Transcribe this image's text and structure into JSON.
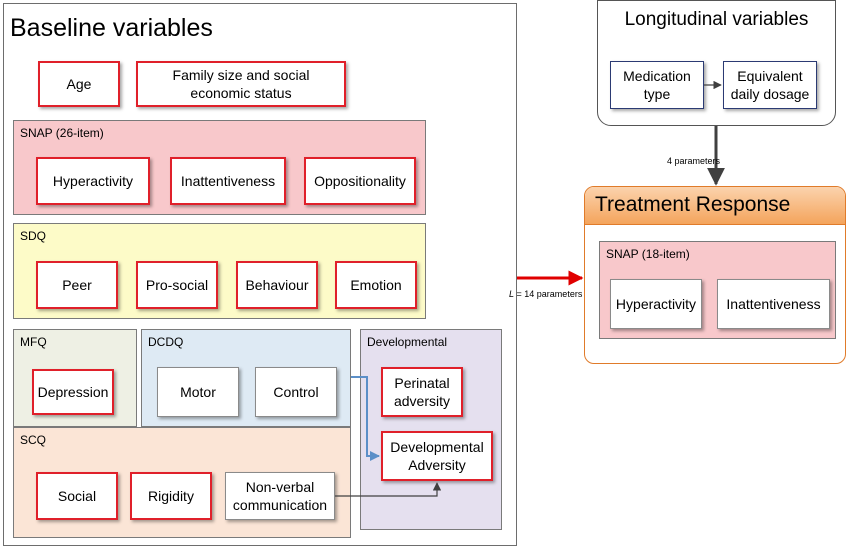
{
  "baseline": {
    "title": "Baseline variables",
    "age": "Age",
    "family": "Family size and social economic status",
    "snap26": {
      "title": "SNAP (26-item)",
      "items": [
        "Hyperactivity",
        "Inattentiveness",
        "Oppositionality"
      ]
    },
    "sdq": {
      "title": "SDQ",
      "items": [
        "Peer",
        "Pro-social",
        "Behaviour",
        "Emotion"
      ]
    },
    "mfq": {
      "title": "MFQ",
      "item": "Depression"
    },
    "dcdq": {
      "title": "DCDQ",
      "items": [
        "Motor",
        "Control"
      ]
    },
    "developmental": {
      "title": "Developmental",
      "perinatal": "Perinatal adversity",
      "adversity": "Developmental Adversity"
    },
    "scq": {
      "title": "SCQ",
      "items": [
        "Social",
        "Rigidity"
      ],
      "nonverbal": "Non-verbal communication"
    }
  },
  "longitudinal": {
    "title": "Longitudinal variables",
    "medication": "Medication type",
    "dosage": "Equivalent daily dosage"
  },
  "arrows": {
    "four_params": "4 parameters",
    "l_label": "L",
    "l_equals": "=  14 parameters"
  },
  "treatment": {
    "title": "Treatment Response",
    "snap18": {
      "title": "SNAP (18-item)",
      "items": [
        "Hyperactivity",
        "Inattentiveness"
      ]
    }
  },
  "colors": {
    "red_border": "#e0202a",
    "snap_fill": "#f8c8cb",
    "sdq_fill": "#fdfbc8",
    "mfq_fill": "#eef0e4",
    "dcdq_fill": "#deeaf4",
    "dev_fill": "#e5e0ef",
    "scq_fill": "#fbe5d6",
    "treatment_header": "#f7b57a",
    "arrow_red": "#e00000",
    "arrow_blue": "#5b8fc8"
  }
}
